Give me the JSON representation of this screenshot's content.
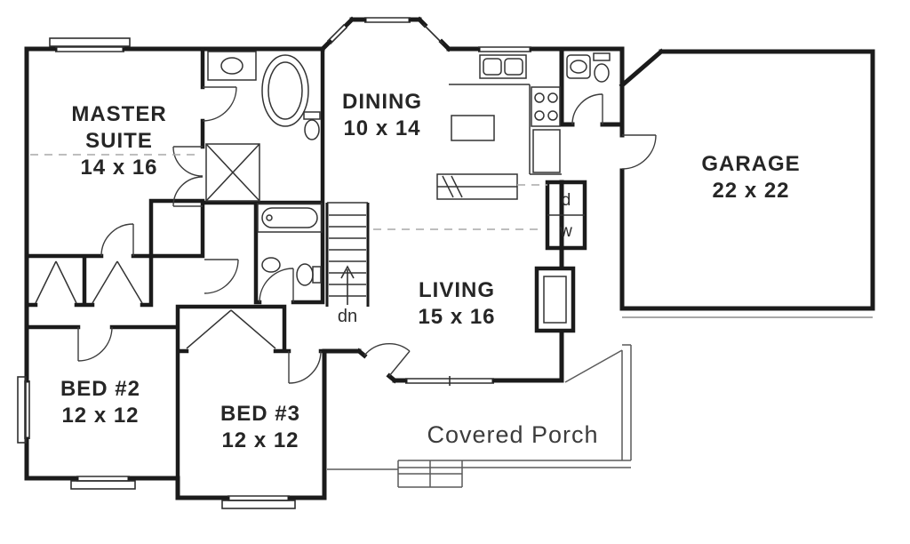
{
  "plan": {
    "rooms": {
      "master": {
        "line1": "MASTER",
        "line2": "SUITE",
        "size": "14 x 16"
      },
      "dining": {
        "name": "DINING",
        "size": "10 x 14"
      },
      "garage": {
        "name": "GARAGE",
        "size": "22 x 22"
      },
      "living": {
        "name": "LIVING",
        "size": "15 x 16"
      },
      "bed2": {
        "name": "BED #2",
        "size": "12 x 12"
      },
      "bed3": {
        "name": "BED #3",
        "size": "12 x 12"
      },
      "porch": {
        "name": "Covered Porch"
      }
    },
    "annotations": {
      "stairs_direction": "dn",
      "dryer": "d",
      "washer": "w"
    },
    "colors": {
      "wall": "#1b1b1b",
      "fixture": "#333333",
      "light_line": "#5a5a5a",
      "dashed_line": "#a9a9a9",
      "background": "#ffffff"
    }
  }
}
